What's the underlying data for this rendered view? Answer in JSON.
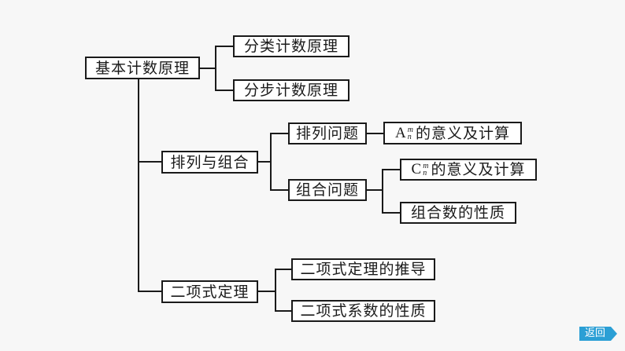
{
  "diagram": {
    "root": {
      "label": "基本计数原理"
    },
    "counting_principles": [
      {
        "label": "分类计数原理"
      },
      {
        "label": "分步计数原理"
      }
    ],
    "perm_comb": {
      "label": "排列与组合",
      "permutation": {
        "label": "排列问题",
        "child": {
          "symbol": "A",
          "sup": "m",
          "sub": "n",
          "text": "的意义及计算"
        }
      },
      "combination": {
        "label": "组合问题",
        "children": [
          {
            "symbol": "C",
            "sup": "m",
            "sub": "n",
            "text": "的意义及计算"
          },
          {
            "label": "组合数的性质"
          }
        ]
      }
    },
    "binomial": {
      "label": "二项式定理",
      "children": [
        {
          "label": "二项式定理的推导"
        },
        {
          "label": "二项式系数的性质"
        }
      ]
    }
  },
  "nav": {
    "back_label": "返回"
  },
  "colors": {
    "accent": "#2b9fd5",
    "line": "#1a1a1a",
    "background": "#f7f7f7"
  }
}
